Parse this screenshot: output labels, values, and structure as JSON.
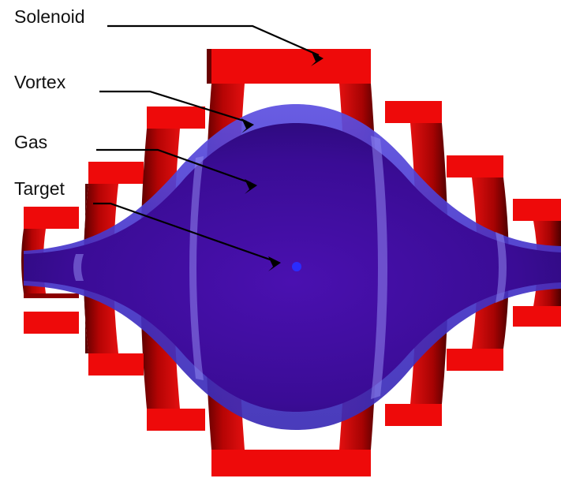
{
  "labels": {
    "solenoid": "Solenoid",
    "vortex": "Vortex",
    "gas": "Gas",
    "target": "Target"
  },
  "colors": {
    "solenoid_red": "#ee0a0a",
    "solenoid_dark": "#7a0000",
    "vortex_blue": "#4a3bd0",
    "gas_violet": "#3a0f9a",
    "target_dot": "#2a2cff",
    "leader_line": "#000000"
  }
}
